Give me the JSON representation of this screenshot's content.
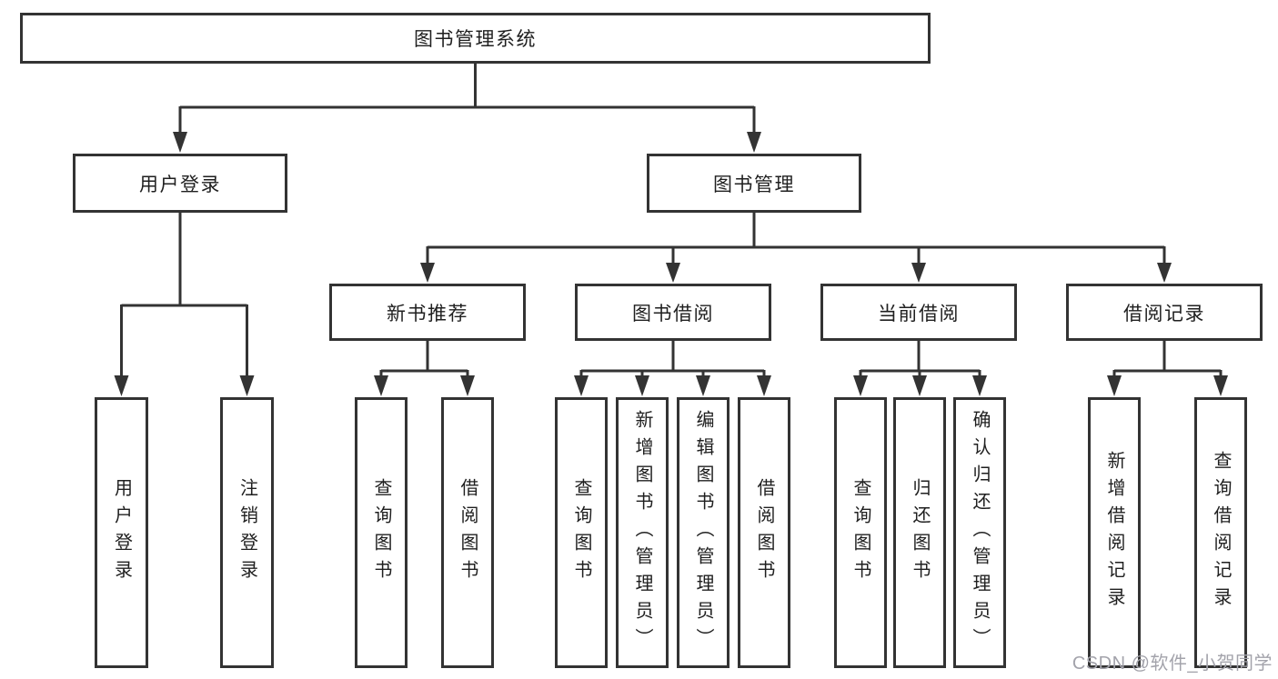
{
  "colors": {
    "line": "#333333",
    "text": "#1f1f1f",
    "watermark": "#a3a3ab",
    "background": "#ffffff"
  },
  "root": {
    "label": "图书管理系统"
  },
  "branches": [
    {
      "label": "用户登录",
      "children": [
        {
          "label": "用户登录"
        },
        {
          "label": "注销登录"
        }
      ]
    },
    {
      "label": "图书管理",
      "children": [
        {
          "label": "新书推荐",
          "children": [
            {
              "label": "查询图书"
            },
            {
              "label": "借阅图书"
            }
          ]
        },
        {
          "label": "图书借阅",
          "children": [
            {
              "label": "查询图书"
            },
            {
              "label": "新增图书（管理员）"
            },
            {
              "label": "编辑图书（管理员）"
            },
            {
              "label": "借阅图书"
            }
          ]
        },
        {
          "label": "当前借阅",
          "children": [
            {
              "label": "查询图书"
            },
            {
              "label": "归还图书"
            },
            {
              "label": "确认归还（管理员）"
            }
          ]
        },
        {
          "label": "借阅记录",
          "children": [
            {
              "label": "新增借阅记录"
            },
            {
              "label": "查询借阅记录"
            }
          ]
        }
      ]
    }
  ],
  "watermark": {
    "text": "CSDN @软件_小贺同学"
  }
}
